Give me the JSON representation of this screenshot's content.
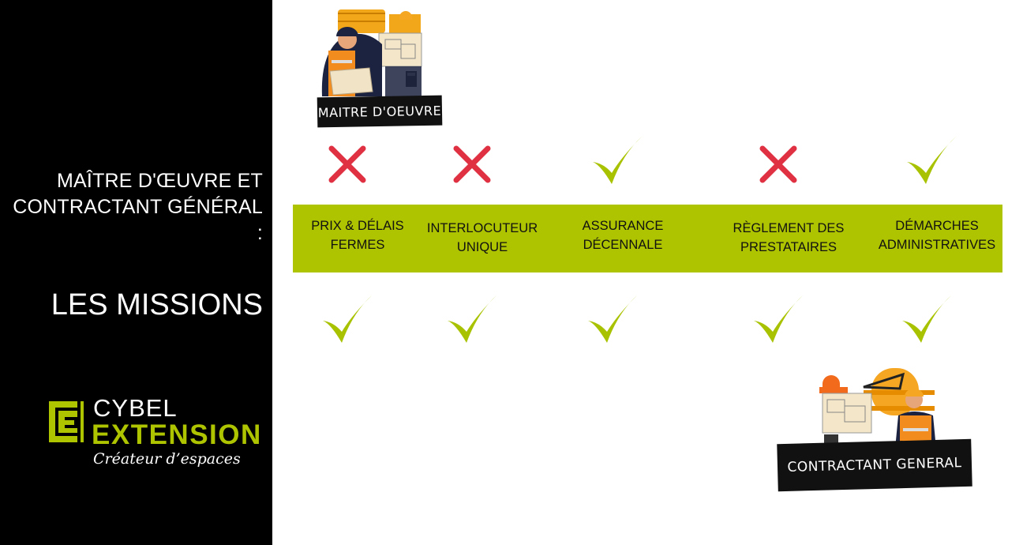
{
  "heading": "MAÎTRE D'ŒUVRE ET\nCONTRACTANT GÉNÉRAL\n:",
  "missions_title": "LES MISSIONS",
  "logo": {
    "line1": "CYBEL",
    "line2": "EXTENSION",
    "tagline": "Créateur d’espaces"
  },
  "roles": {
    "top": "MAITRE D'OEUVRE",
    "bottom": "CONTRACTANT GENERAL"
  },
  "missions": [
    {
      "label": "PRIX & DÉLAIS\nFERMES",
      "maitre_oeuvre": "cross",
      "contractant_general": "check"
    },
    {
      "label": "INTERLOCUTEUR\nUNIQUE",
      "maitre_oeuvre": "cross",
      "contractant_general": "check"
    },
    {
      "label": "ASSURANCE\nDÉCENNALE",
      "maitre_oeuvre": "check",
      "contractant_general": "check"
    },
    {
      "label": "RÈGLEMENT DES\nPRESTATAIRES",
      "maitre_oeuvre": "cross",
      "contractant_general": "check"
    },
    {
      "label": "DÉMARCHES\nADMINISTRATIVES",
      "maitre_oeuvre": "check",
      "contractant_general": "check"
    }
  ],
  "colors": {
    "accent_green": "#aec400",
    "check_green": "#a9c200",
    "cross_red": "#e03142",
    "panel_black": "#000000"
  }
}
